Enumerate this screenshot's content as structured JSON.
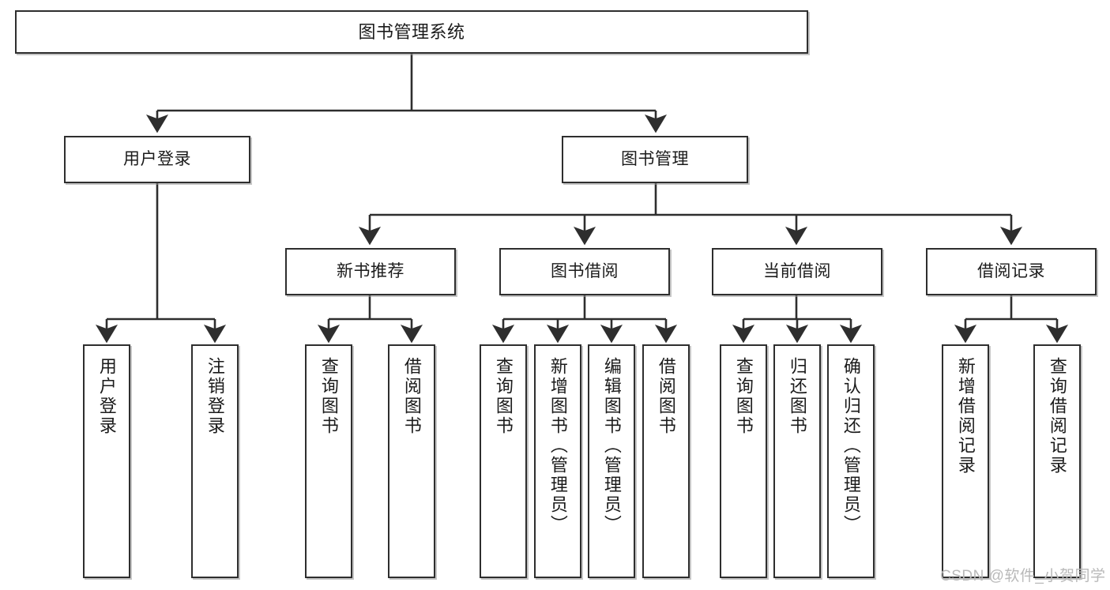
{
  "diagram": {
    "title": "图书管理系统",
    "type": "tree",
    "colors": {
      "box_border": "#2e2e2e",
      "box_fill": "#ffffff",
      "edge": "#2e2e2e",
      "shadow": "#969696",
      "watermark": "#b9b9b9",
      "background": "#ffffff"
    },
    "watermark": "CSDN @软件_小贺同学"
  },
  "nodes": {
    "root": {
      "label": "图书管理系统"
    },
    "level1": [
      {
        "label": "用户登录"
      },
      {
        "label": "图书管理"
      }
    ],
    "level2": [
      {
        "label": "新书推荐"
      },
      {
        "label": "图书借阅"
      },
      {
        "label": "当前借阅"
      },
      {
        "label": "借阅记录"
      }
    ],
    "leaves": {
      "user_login": [
        {
          "label": "用户登录"
        },
        {
          "label": "注销登录"
        }
      ],
      "new_book": [
        {
          "label": "查询图书"
        },
        {
          "label": "借阅图书"
        }
      ],
      "book_borrow": [
        {
          "label": "查询图书"
        },
        {
          "label": "新增图书（管理员）"
        },
        {
          "label": "编辑图书（管理员）"
        },
        {
          "label": "借阅图书"
        }
      ],
      "current_borrow": [
        {
          "label": "查询图书"
        },
        {
          "label": "归还图书"
        },
        {
          "label": "确认归还（管理员）"
        }
      ],
      "borrow_record": [
        {
          "label": "新增借阅记录"
        },
        {
          "label": "查询借阅记录"
        }
      ]
    }
  }
}
